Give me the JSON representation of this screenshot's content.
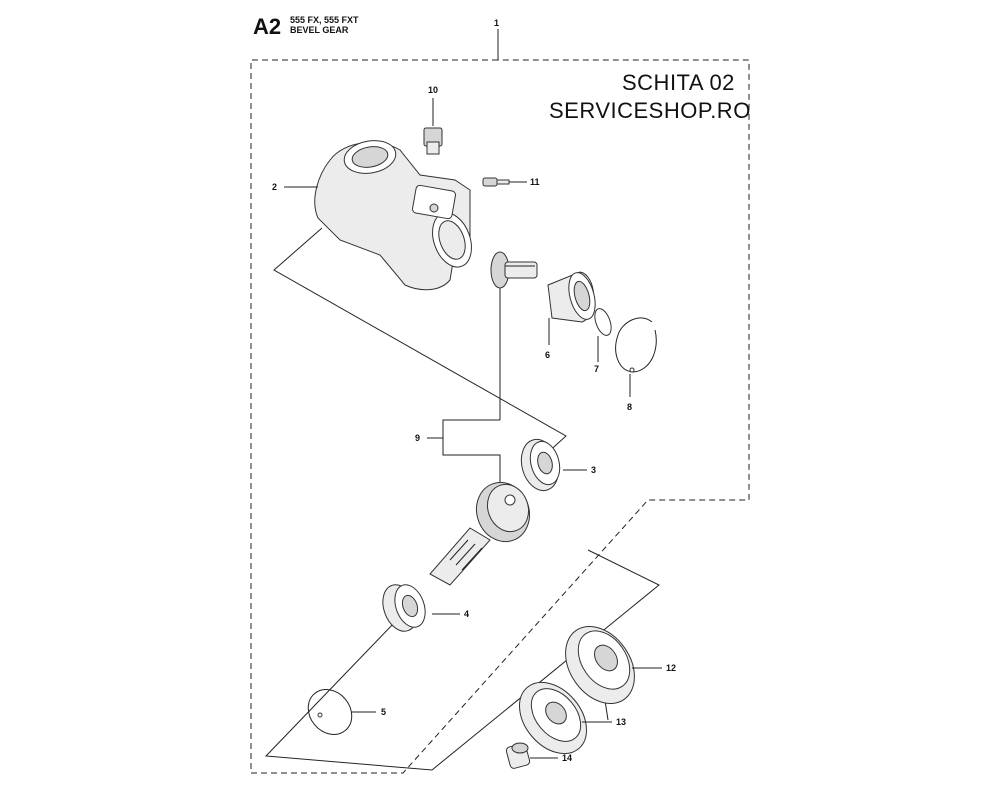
{
  "header": {
    "section_code": "A2",
    "models": "555 FX, 555 FXT",
    "title": "BEVEL GEAR"
  },
  "watermark": {
    "line1": "SCHITA 02",
    "line2": "SERVICESHOP.RO"
  },
  "callouts": [
    "1",
    "2",
    "3",
    "4",
    "5",
    "6",
    "7",
    "8",
    "9",
    "10",
    "11",
    "12",
    "13",
    "14"
  ]
}
